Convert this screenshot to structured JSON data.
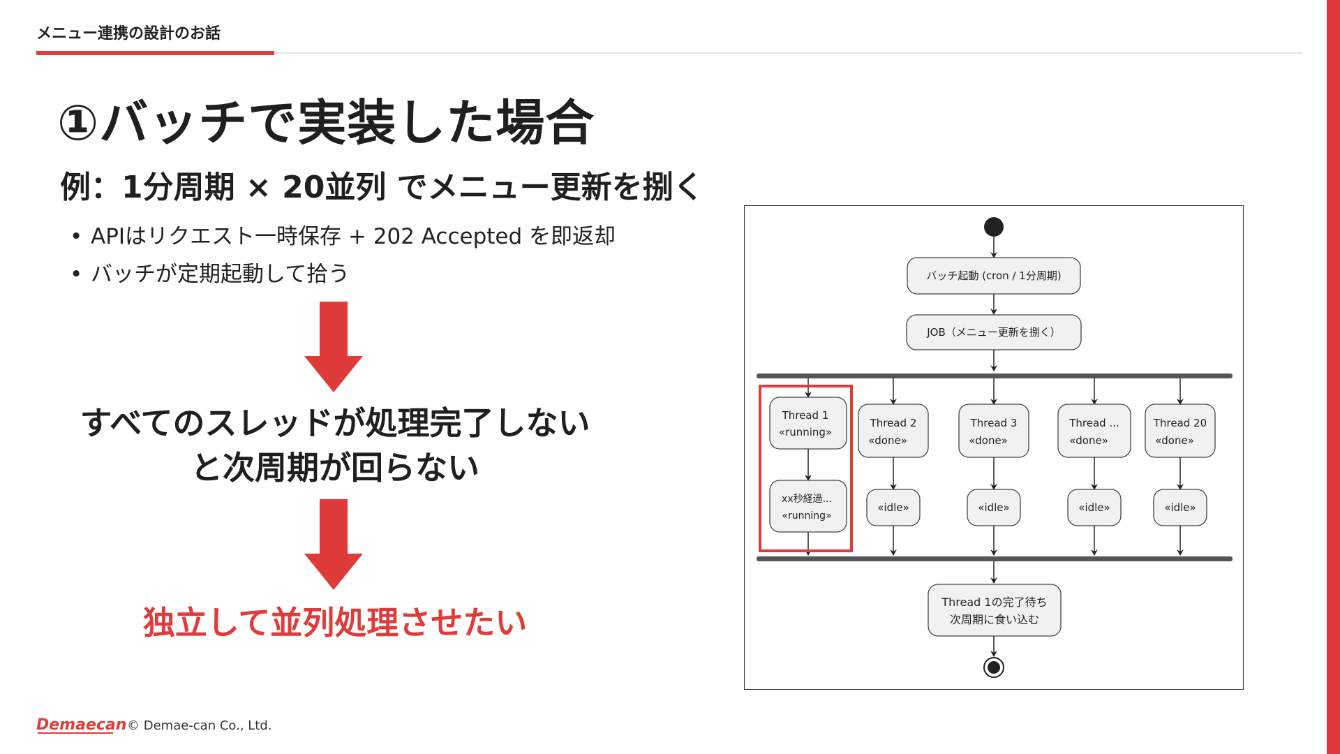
{
  "header": {
    "title": "メニュー連携の設計のお話"
  },
  "slide": {
    "title": "①バッチで実装した場合",
    "subtitle": "例：1分周期 × 20並列 でメニュー更新を捌く",
    "bullets": [
      "APIはリクエスト一時保存 + 202 Accepted を即返却",
      "バッチが定期起動して拾う"
    ],
    "statement_line1": "すべてのスレッドが処理完了しない",
    "statement_line2": "と次周期が回らない",
    "conclusion": "独立して並列処理させたい"
  },
  "diagram": {
    "start_node": "start",
    "batch_node": "バッチ起動 (cron / 1分周期)",
    "job_node": "JOB（メニュー更新を捌く）",
    "threads": [
      {
        "name": "Thread 1",
        "state": "«running»",
        "next_line1": "xx秒経過...",
        "next_line2": "«running»",
        "highlighted": true
      },
      {
        "name": "Thread 2",
        "state": "«done»",
        "next_line1": "«idle»",
        "next_line2": "",
        "highlighted": false
      },
      {
        "name": "Thread 3",
        "state": "«done»",
        "next_line1": "«idle»",
        "next_line2": "",
        "highlighted": false
      },
      {
        "name": "Thread ...",
        "state": "«done»",
        "next_line1": "«idle»",
        "next_line2": "",
        "highlighted": false
      },
      {
        "name": "Thread 20",
        "state": "«done»",
        "next_line1": "«idle»",
        "next_line2": "",
        "highlighted": false
      }
    ],
    "wait_node_line1": "Thread 1の完了待ち",
    "wait_node_line2": "次周期に食い込む",
    "colors": {
      "highlight": "#e03b3b",
      "node_fill": "#f1f1f1",
      "bar": "#555555"
    }
  },
  "footer": {
    "logo": "Demaecan",
    "copyright": "© Demae-can Co., Ltd."
  },
  "colors": {
    "accent": "#e03b3b",
    "text": "#1f1f1f"
  }
}
